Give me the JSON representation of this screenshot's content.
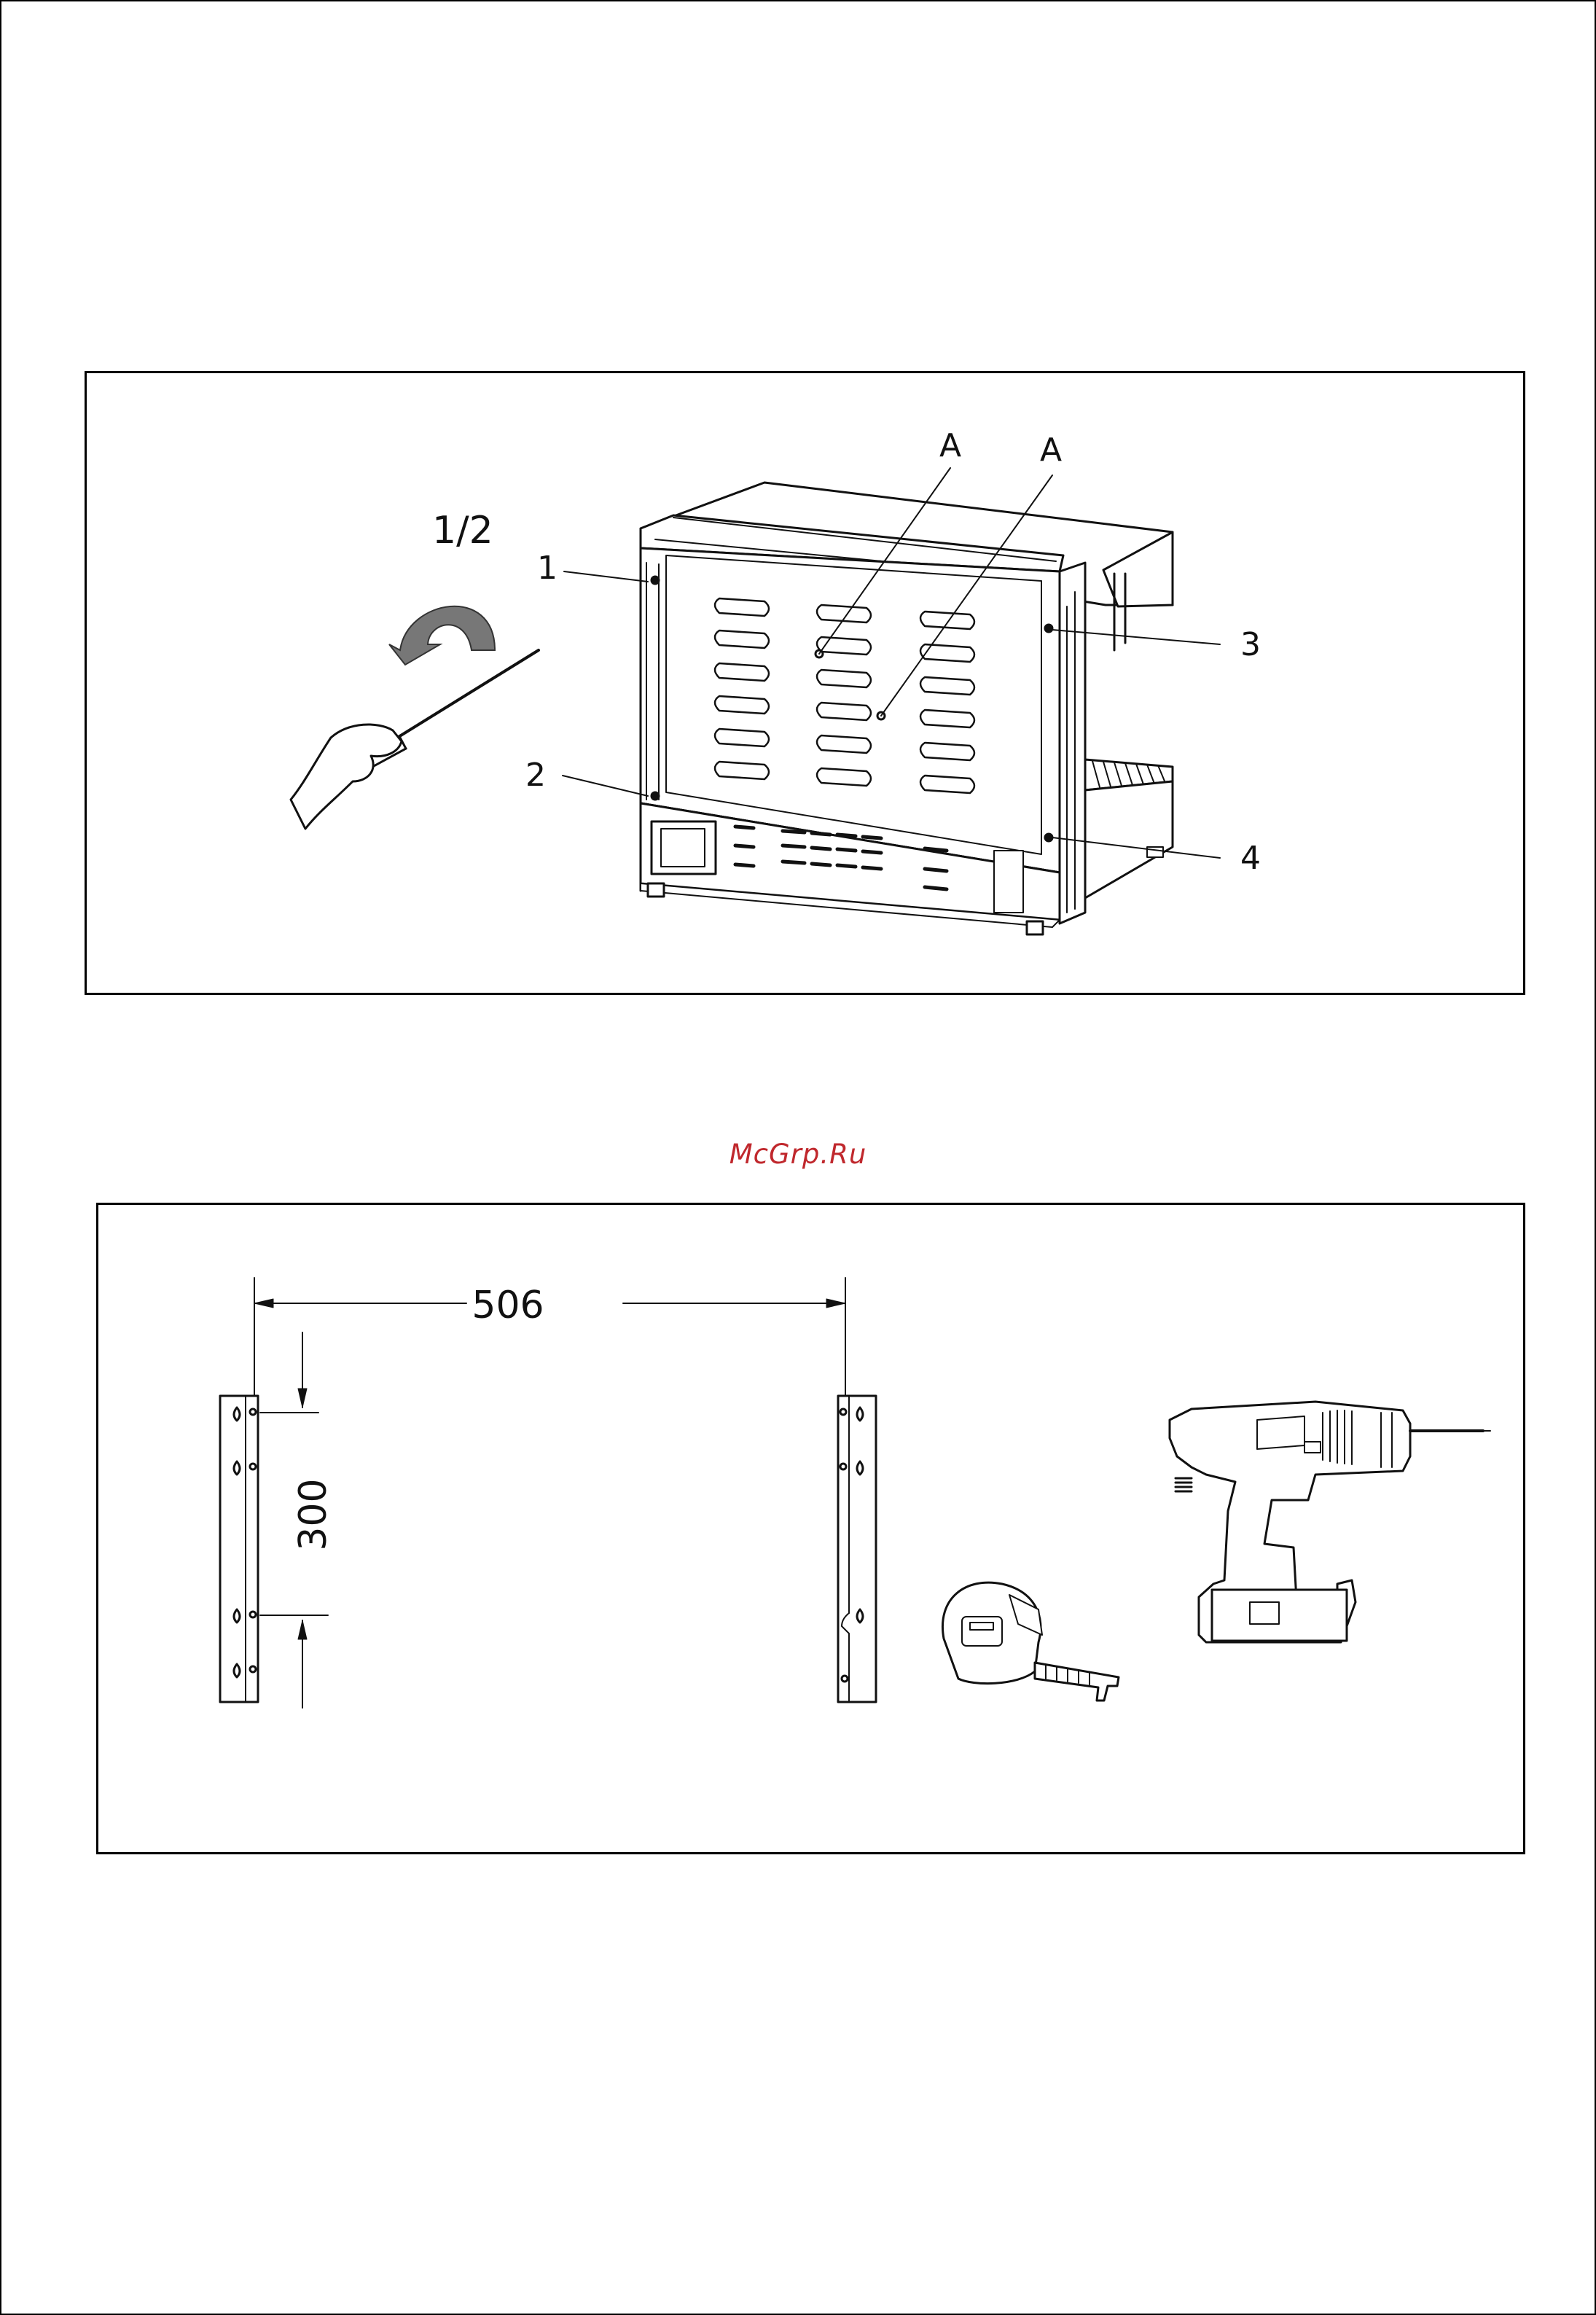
{
  "figure1": {
    "rotation_label": "1/2",
    "callouts": [
      "1",
      "2",
      "3",
      "4"
    ],
    "point_labels": [
      "A",
      "A"
    ]
  },
  "figure2": {
    "dimension_width": "506",
    "dimension_height": "300"
  },
  "watermark": "McGrp.Ru"
}
